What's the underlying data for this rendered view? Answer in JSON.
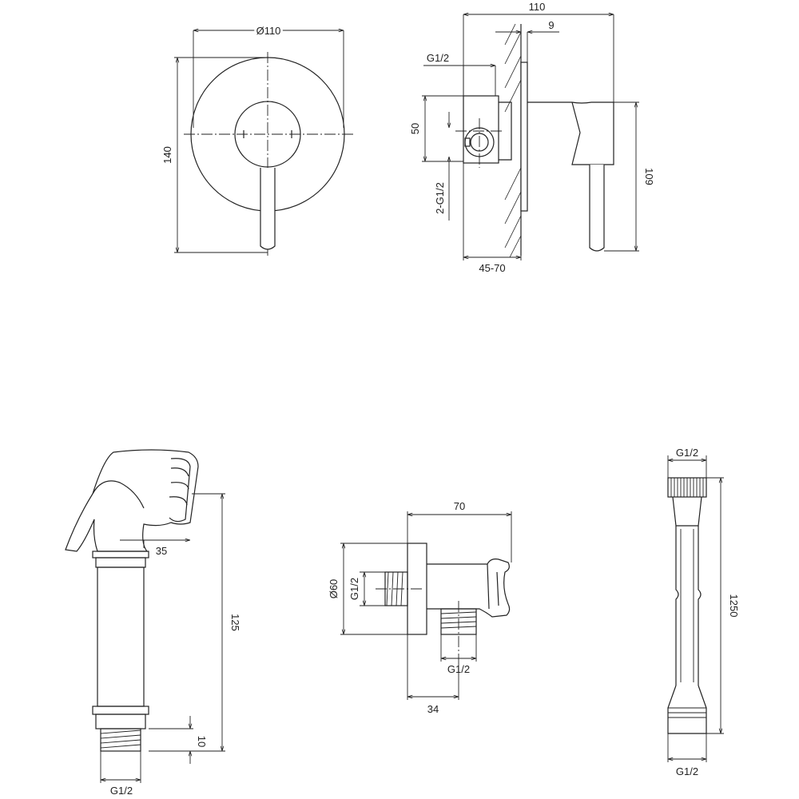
{
  "mixer_front": {
    "diameter_label": "Ø110",
    "height_label": "140"
  },
  "mixer_side": {
    "width_label": "110",
    "plate_label": "9",
    "inlet_label": "G1/2",
    "pitch_label": "50",
    "outlets_label": "2-G1/2",
    "height_label": "109",
    "depth_label": "45-70"
  },
  "hand_shower": {
    "head_label": "35",
    "length_label": "125",
    "thread_label": "10",
    "connection_label": "G1/2"
  },
  "wall_outlet": {
    "width_label": "70",
    "diameter_label": "Ø60",
    "inlet_label": "G1/2",
    "outlet_label": "G1/2",
    "offset_label": "34"
  },
  "hose": {
    "top_label": "G1/2",
    "length_label": "1250",
    "bottom_label": "G1/2"
  }
}
